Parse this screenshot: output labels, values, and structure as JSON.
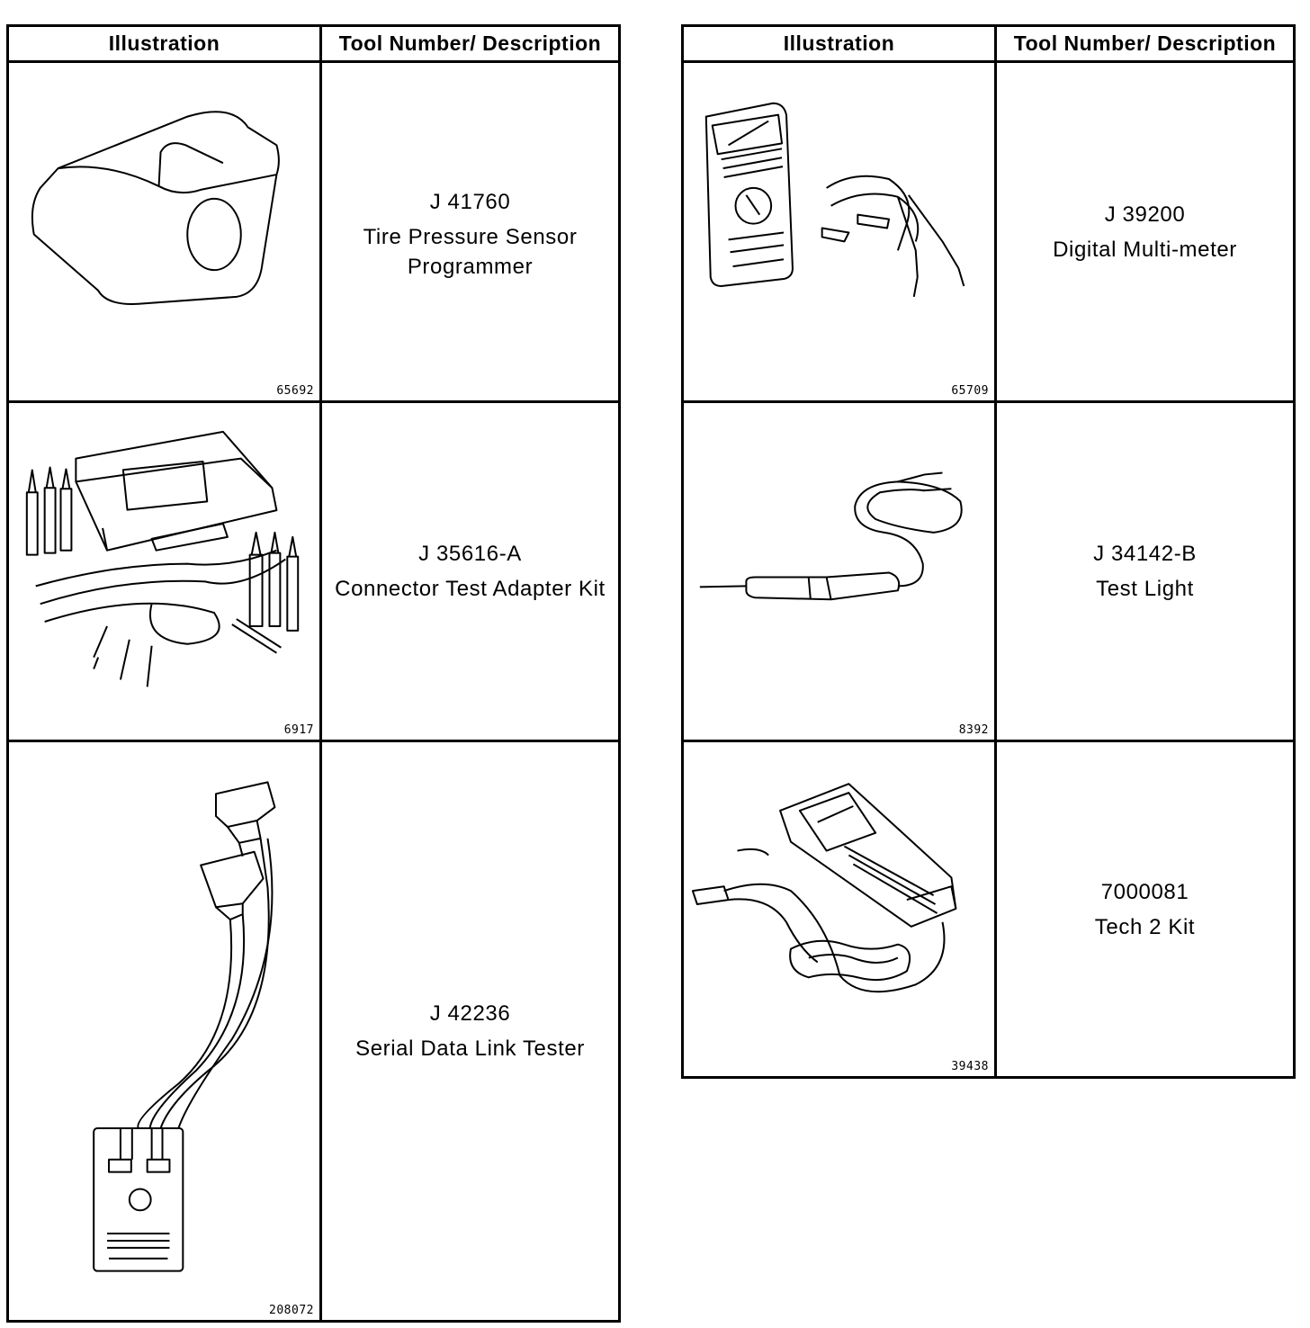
{
  "left_table": {
    "headers": [
      "Illustration",
      "Tool Number/ Description"
    ],
    "rows": [
      {
        "tool_number": "J 41760",
        "description_lines": [
          "Tire Pressure Sensor",
          "Programmer"
        ],
        "figure_number": "65692",
        "icon": "tire-pressure-sensor-programmer-icon"
      },
      {
        "tool_number": "J 35616-A",
        "description_lines": [
          "Connector Test Adapter Kit"
        ],
        "figure_number": "6917",
        "icon": "connector-test-adapter-kit-icon"
      },
      {
        "tool_number": "J 42236",
        "description_lines": [
          "Serial Data Link Tester"
        ],
        "figure_number": "208072",
        "icon": "serial-data-link-tester-icon"
      }
    ]
  },
  "right_table": {
    "headers": [
      "Illustration",
      "Tool Number/ Description"
    ],
    "rows": [
      {
        "tool_number": "J 39200",
        "description_lines": [
          "Digital Multi-meter"
        ],
        "figure_number": "65709",
        "icon": "digital-multimeter-icon"
      },
      {
        "tool_number": "J 34142-B",
        "description_lines": [
          "Test Light"
        ],
        "figure_number": "8392",
        "icon": "test-light-icon"
      },
      {
        "tool_number": "7000081",
        "description_lines": [
          "Tech 2 Kit"
        ],
        "figure_number": "39438",
        "icon": "tech-2-kit-icon"
      }
    ]
  }
}
